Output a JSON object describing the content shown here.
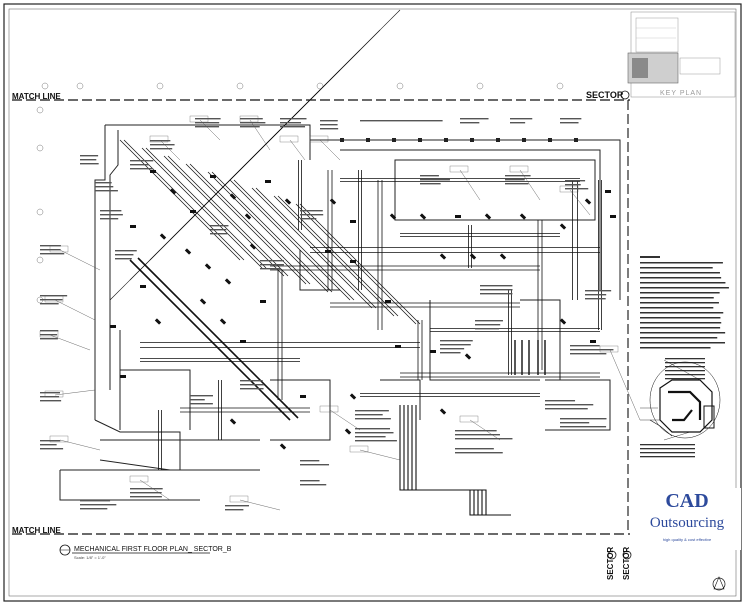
{
  "drawing": {
    "match_line_top": "MATCH LINE",
    "match_line_bottom": "MATCH LINE",
    "sector_label": "SECTOR",
    "key_plan": "KEY PLAN",
    "title": "MECHANICAL FIRST FLOOR PLAN_ SECTOR_B",
    "scale": "Scale: 1/8\" = 1'-0\"",
    "sector_vertical_a": "SECTOR",
    "sector_vertical_b": "SECTOR"
  },
  "logo": {
    "line1": "CAD",
    "line2": "Outsourcing",
    "tagline": "high quality & cost effective"
  },
  "colors": {
    "linework": "#111111",
    "brand": "#2d4a9c"
  }
}
